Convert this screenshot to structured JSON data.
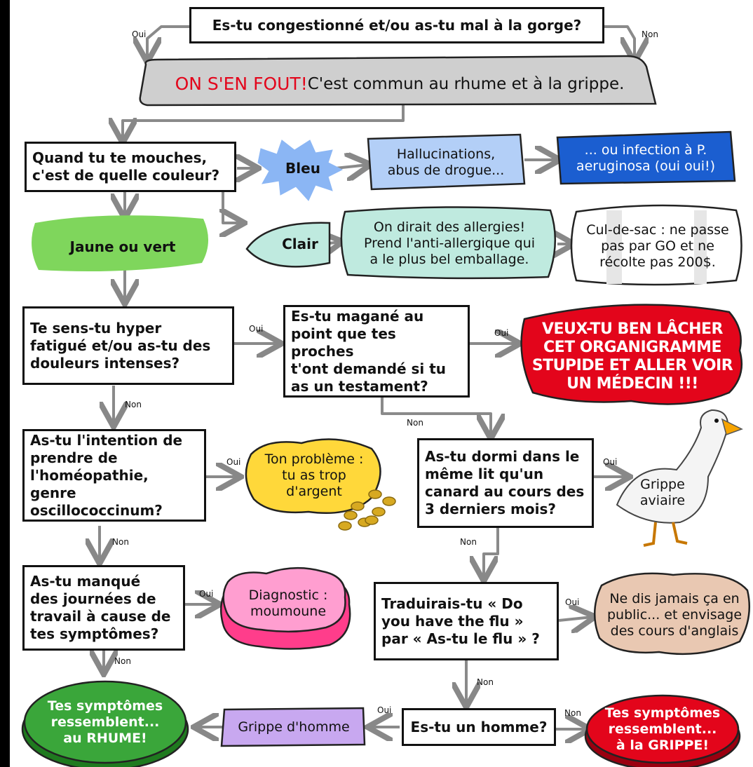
{
  "colors": {
    "gray": "#cfcfcf",
    "red": "#e3051b",
    "blue": "#8bb6f4",
    "darkblue": "#1b5ed0",
    "green": "#7fd65c",
    "teal": "#bfeadf",
    "yellow": "#ffd83a",
    "pink": "#ff9ed0",
    "tan": "#e9c8b2",
    "purple": "#c8a8f0",
    "greenNode": "#3aa63a",
    "redNode": "#e3051b"
  },
  "nodes": {
    "q1": "Es-tu congestionné et/ou as-tu mal à la gorge?",
    "whatever_loud": "ON S'EN FOUT!",
    "whatever_rest": " C'est commun au rhume et à la grippe.",
    "q2": "Quand tu te mouches,\nc'est de quelle couleur?",
    "bleu": "Bleu",
    "hallu": "Hallucinations,\nabus de drogue...",
    "infection": "... ou infection à P.\naeruginosa (oui oui!)",
    "jaune": "Jaune ou vert",
    "clair": "Clair",
    "allergies": "On dirait des allergies!\nPrend l'anti-allergique qui\na le plus bel emballage.",
    "culdesac": "Cul-de-sac : ne passe\npas par GO et ne\nrécolte pas 200$.",
    "q3": "Te sens-tu hyper\nfatigué et/ou as-tu des\ndouleurs intenses?",
    "q4": "Es-tu magané au\npoint que tes proches\nt'ont demandé si tu\nas un testament?",
    "doctor": "VEUX-TU BEN LÂCHER\nCET ORGANIGRAMME\nSTUPIDE ET ALLER VOIR\nUN MÉDECIN !!!",
    "q5": "As-tu l'intention de\nprendre de\nl'homéopathie, genre\noscillococcinum?",
    "argent": "Ton problème :\ntu as trop\nd'argent",
    "q6": "As-tu dormi dans le\nmême lit qu'un\ncanard au cours des\n3 derniers mois?",
    "aviaire": "Grippe\naviaire",
    "q7": "As-tu manqué\ndes journées de\ntravail à cause de\ntes symptômes?",
    "moumoune": "Diagnostic :\nmoumoune",
    "q8": "Traduirais-tu « Do\nyou have the flu »\npar « As-tu le flu » ?",
    "anglais": "Ne dis jamais ça en\npublic... et envisage\ndes cours d'anglais",
    "rhume": "Tes symptômes\nressemblent...\nau RHUME!",
    "homme_flu": "Gripped'homme",
    "q9": "Es-tu un homme?",
    "grippe": "Tes symptômes\nressemblent...\nà la GRIPPE!"
  },
  "labels": {
    "oui": "Oui",
    "non": "Non"
  }
}
